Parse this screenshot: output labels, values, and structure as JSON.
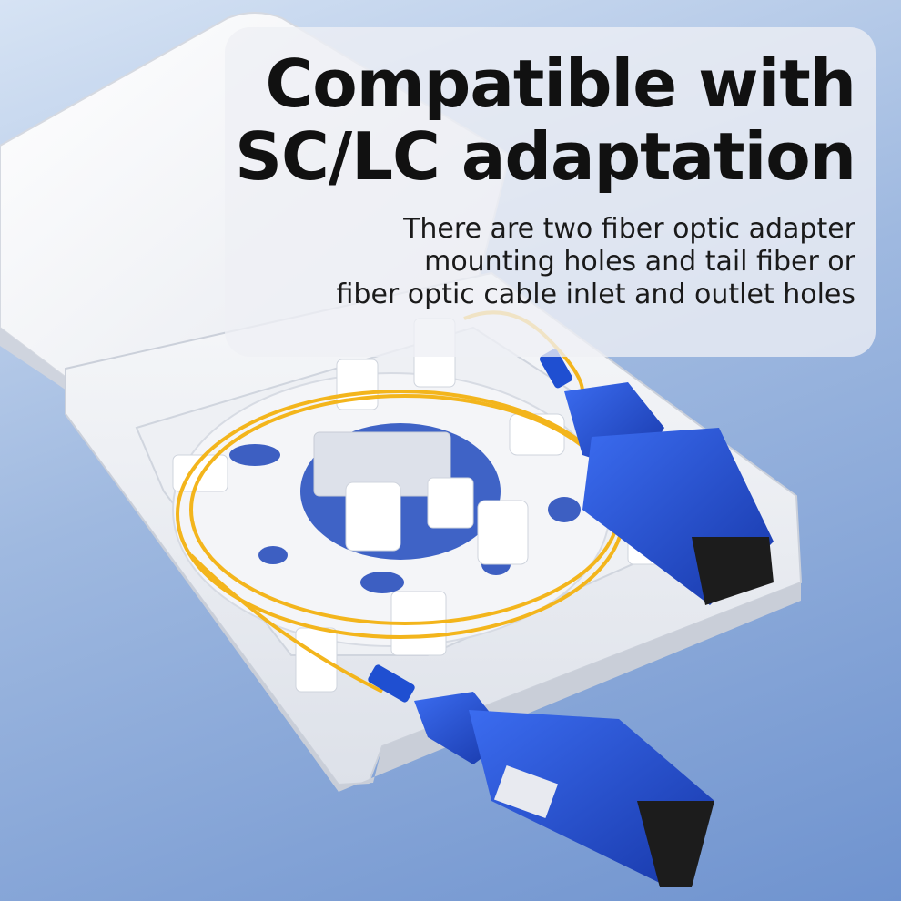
{
  "colors": {
    "background_top": "#d6e3f4",
    "background_bottom": "#6f93cf",
    "box_white": "#f2f3f5",
    "fiber_yellow": "#f3b51c",
    "connector_blue": "#1f4fd1",
    "panel": "rgba(238,240,245,0.78)"
  },
  "caption": {
    "headline_line1": "Compatible with",
    "headline_line2": "SC/LC adaptation",
    "body_line1": "There are two fiber optic adapter",
    "body_line2": "mounting holes and tail fiber or",
    "body_line3": "fiber optic cable inlet and outlet holes"
  },
  "image": {
    "subject": "fiber-optic-terminal-box",
    "parts": [
      "lid",
      "base",
      "spool",
      "fiber-loop",
      "sc-connector-top",
      "sc-connector-bottom"
    ]
  }
}
